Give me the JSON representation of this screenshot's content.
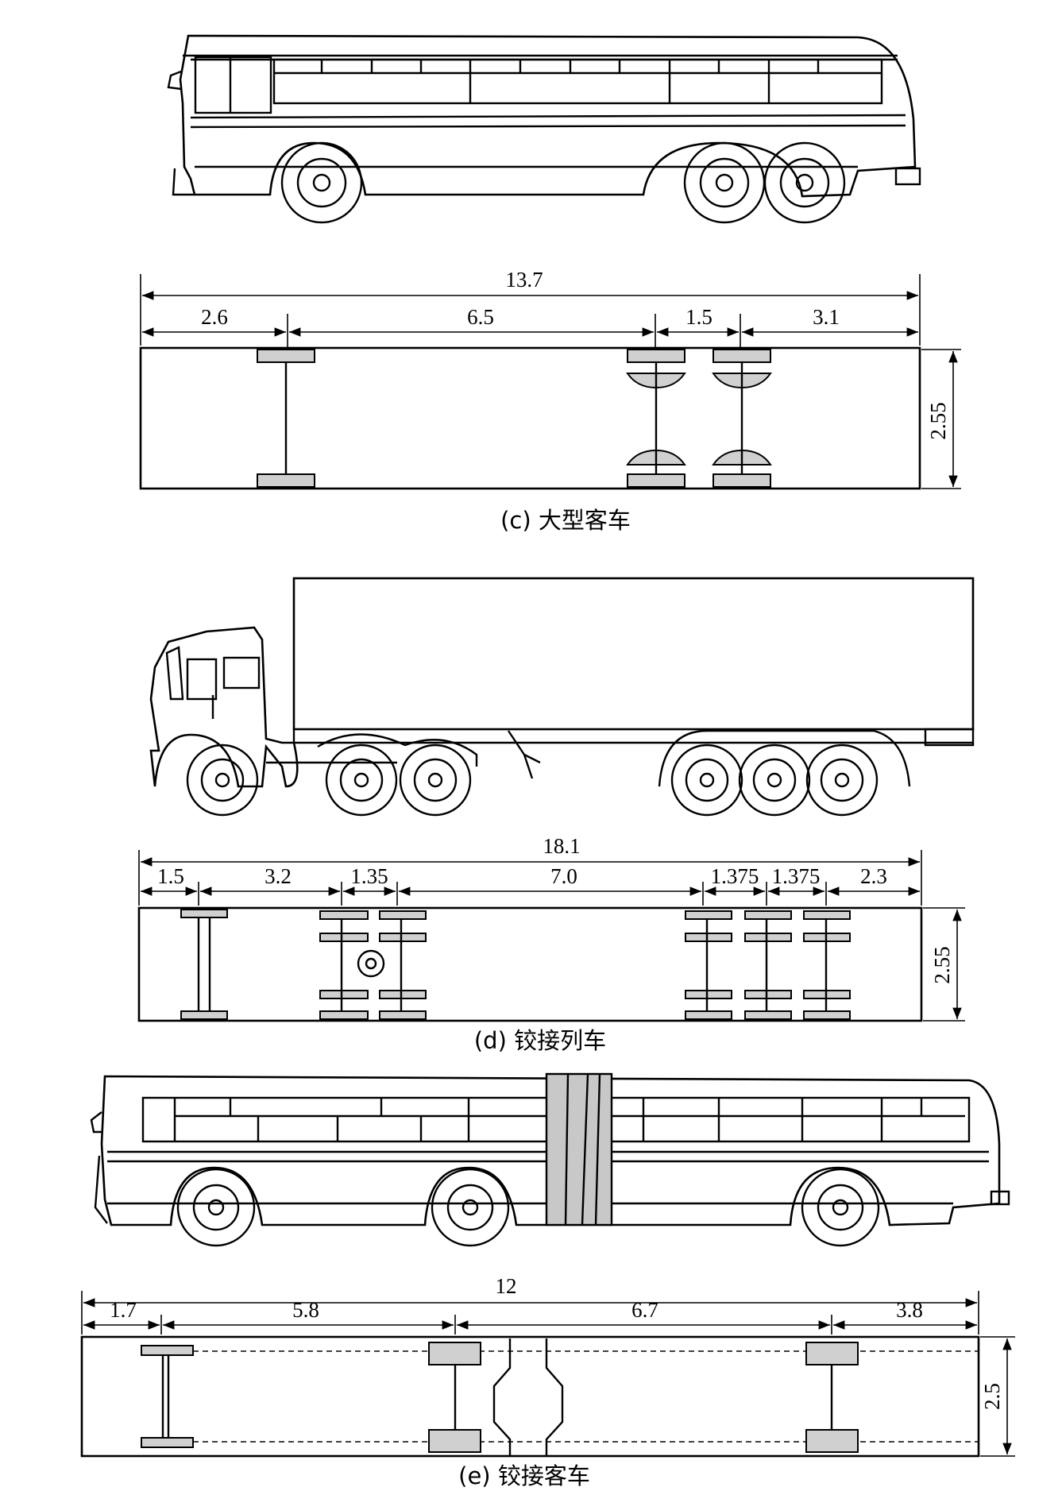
{
  "sections": [
    {
      "id": "c",
      "caption": "(c) 大型客车",
      "overall_length": "13.7",
      "segments": [
        "2.6",
        "6.5",
        "1.5",
        "3.1"
      ],
      "width": "2.55"
    },
    {
      "id": "d",
      "caption": "(d) 铰接列车",
      "overall_length": "18.1",
      "segments": [
        "1.5",
        "3.2",
        "1.35",
        "7.0",
        "1.375",
        "1.375",
        "2.3"
      ],
      "width": "2.55"
    },
    {
      "id": "e",
      "caption": "(e) 铰接客车",
      "overall_length": "12",
      "segments": [
        "1.7",
        "5.8",
        "6.7",
        "3.8"
      ],
      "width": "2.5"
    }
  ],
  "colors": {
    "line": "#000000",
    "fill": "#d0d0d0",
    "background": "#ffffff"
  }
}
